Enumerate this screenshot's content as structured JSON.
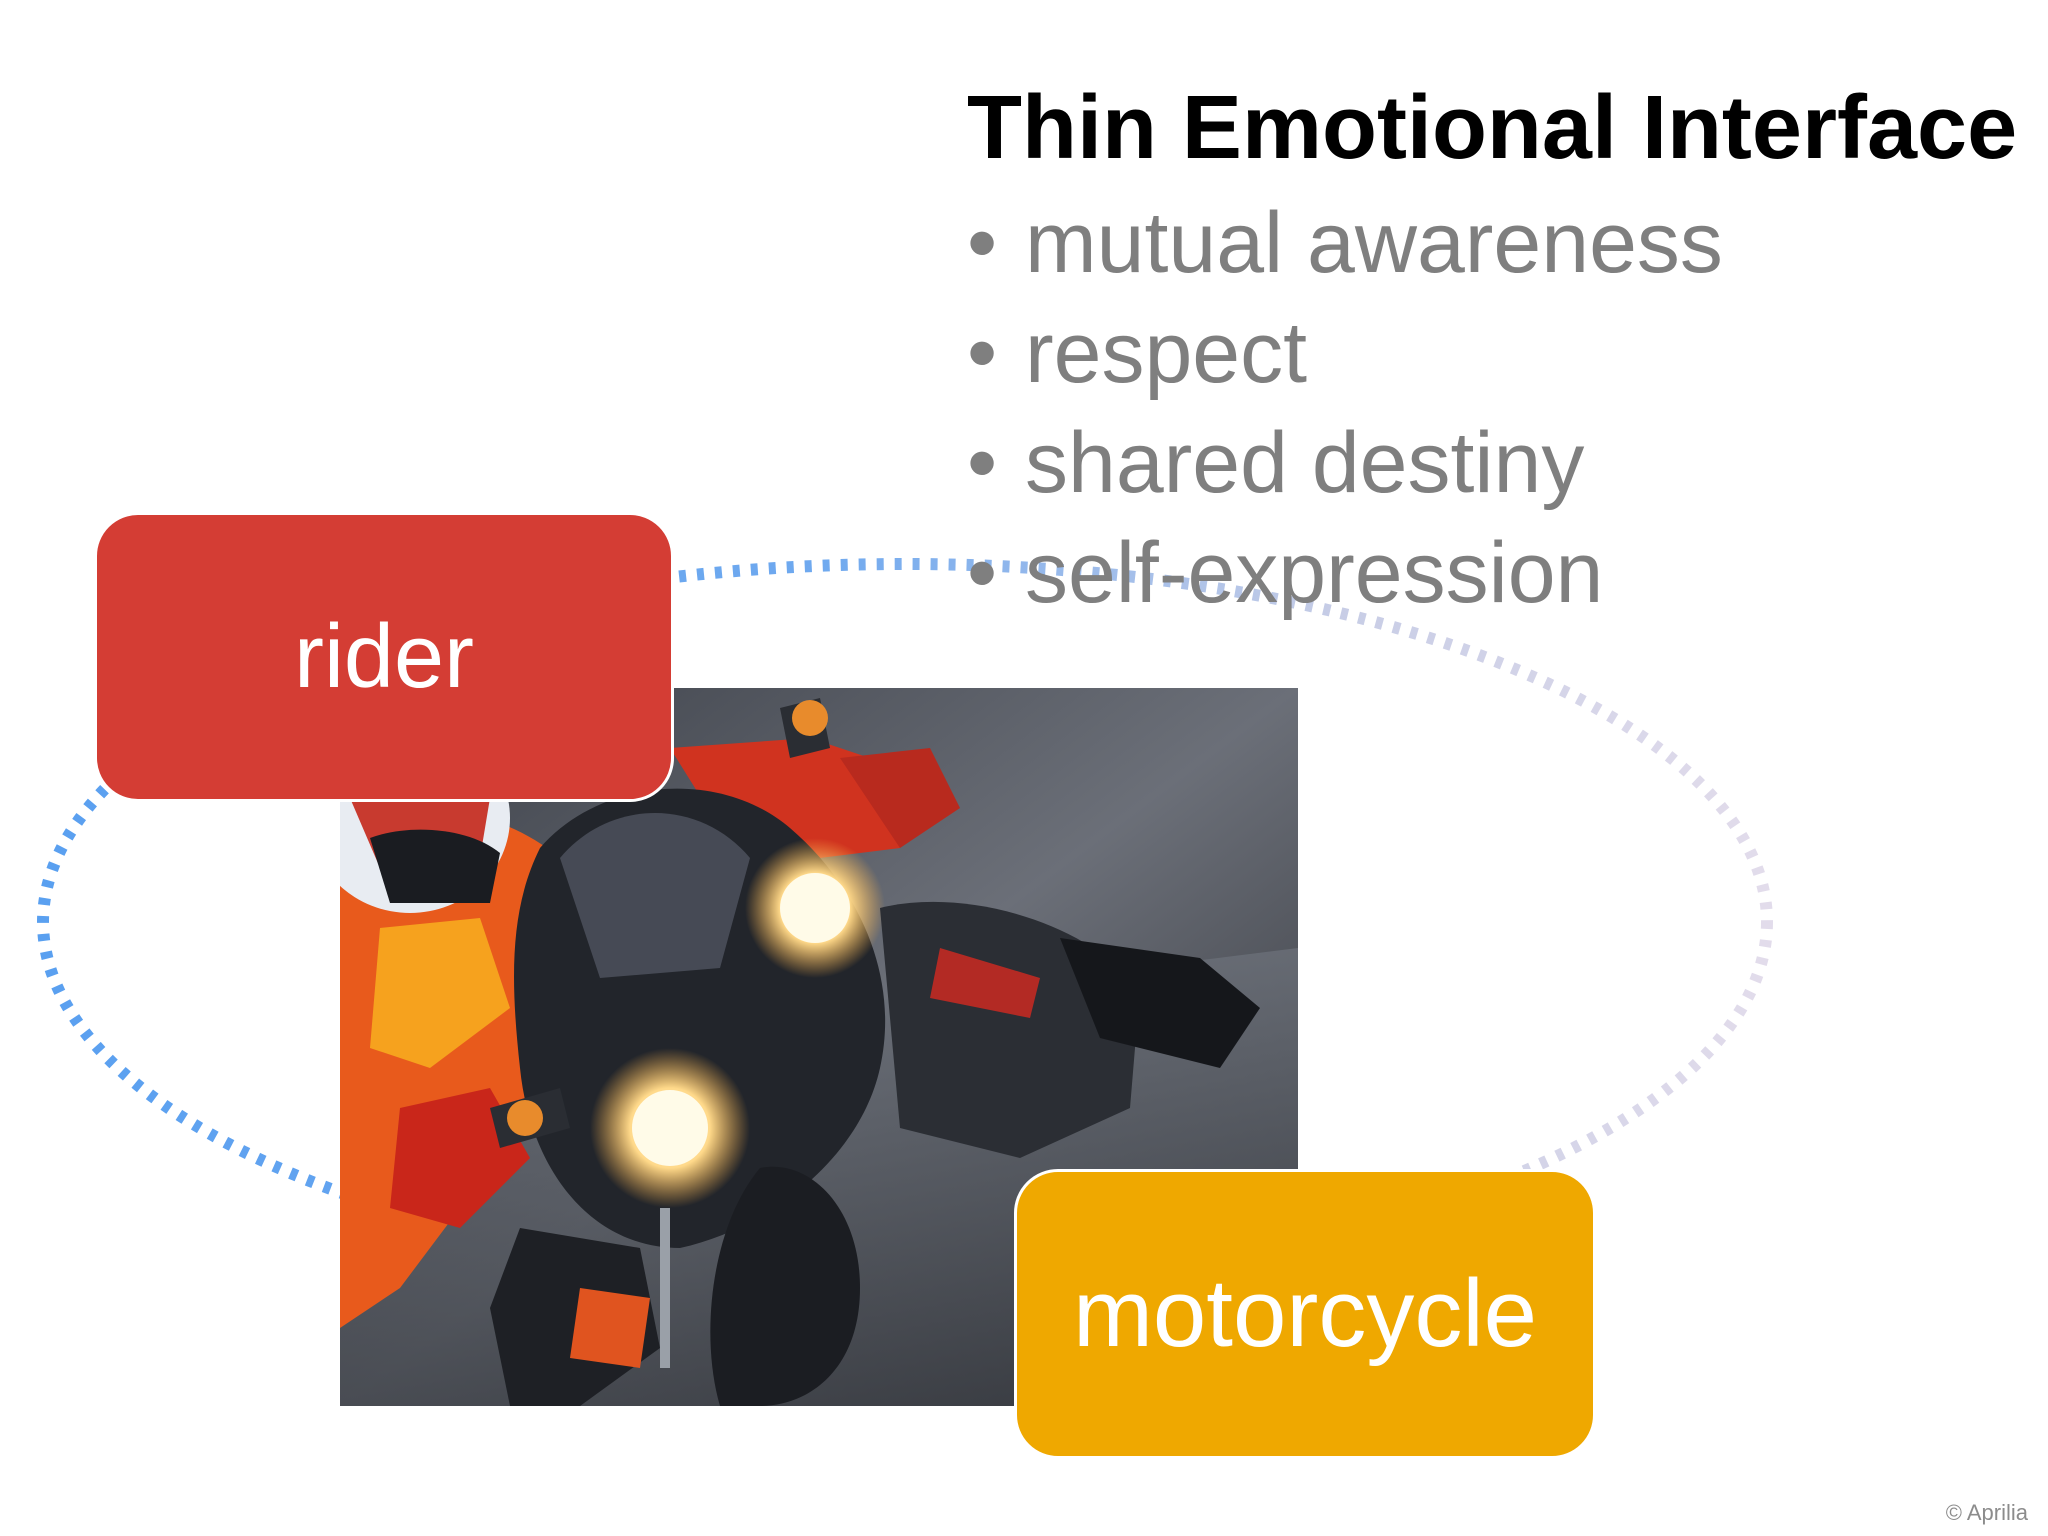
{
  "slide": {
    "title": "Thin Emotional Interface",
    "bullets": [
      "mutual awareness",
      "respect",
      "shared destiny",
      "self-expression"
    ],
    "bullet_symbol": "•",
    "nodes": {
      "rider": {
        "label": "rider",
        "color": "#d43d34"
      },
      "motorcycle": {
        "label": "motorcycle",
        "color": "#efa800"
      }
    },
    "connector": {
      "style": "dotted",
      "color_start": "#5aa0f0",
      "color_end": "#d8d8e8"
    },
    "photo": {
      "subject": "motorcycle-rider-photo"
    },
    "credit": "© Aprilia"
  }
}
